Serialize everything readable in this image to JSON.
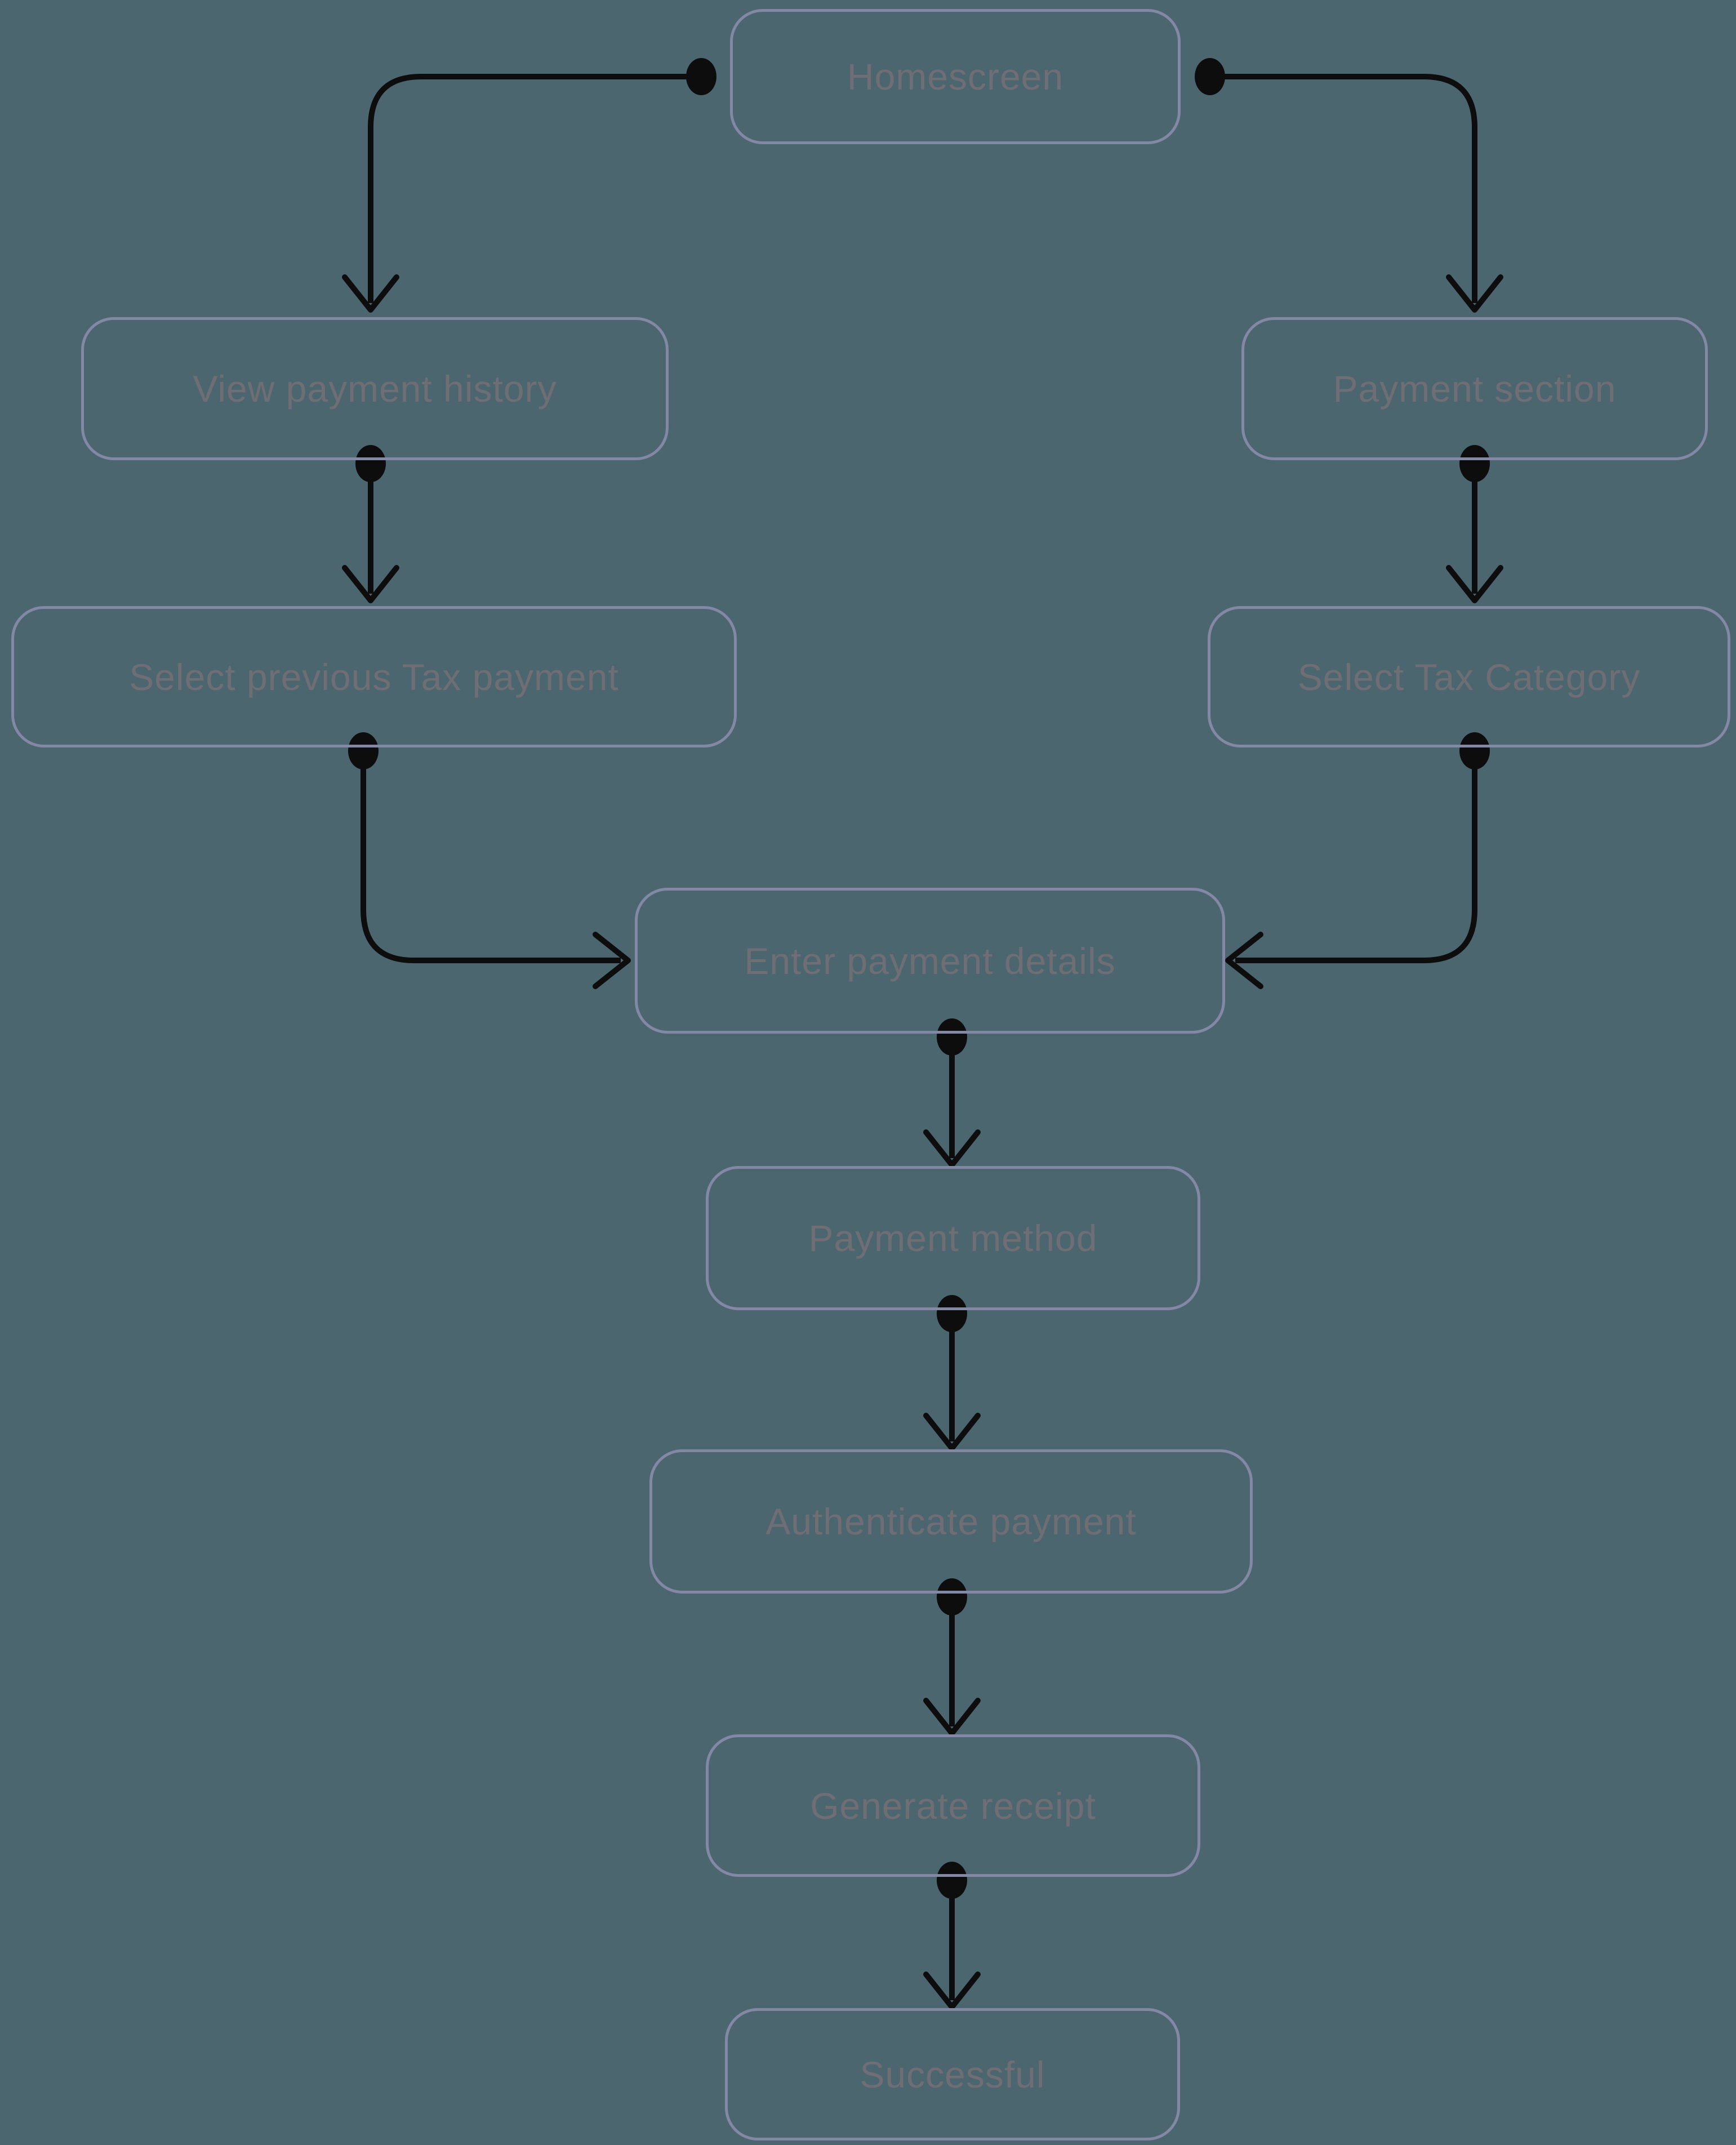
{
  "diagram": {
    "colors": {
      "background": "#4c6670",
      "node_border": "#8388a4",
      "node_text": "#6f6e74",
      "connector": "#0d0d0d"
    },
    "nodes": {
      "homescreen": {
        "label": "Homescreen"
      },
      "view_payment_history": {
        "label": "View payment history"
      },
      "payment_section": {
        "label": "Payment section"
      },
      "select_previous_tax_payment": {
        "label": "Select previous Tax payment"
      },
      "select_tax_category": {
        "label": "Select Tax Category"
      },
      "enter_payment_details": {
        "label": "Enter payment details"
      },
      "payment_method": {
        "label": "Payment method"
      },
      "authenticate_payment": {
        "label": "Authenticate payment"
      },
      "generate_receipt": {
        "label": "Generate receipt"
      },
      "successful": {
        "label": "Successful"
      }
    },
    "edges": [
      {
        "from": "homescreen",
        "to": "view_payment_history"
      },
      {
        "from": "homescreen",
        "to": "payment_section"
      },
      {
        "from": "view_payment_history",
        "to": "select_previous_tax_payment"
      },
      {
        "from": "payment_section",
        "to": "select_tax_category"
      },
      {
        "from": "select_previous_tax_payment",
        "to": "enter_payment_details"
      },
      {
        "from": "select_tax_category",
        "to": "enter_payment_details"
      },
      {
        "from": "enter_payment_details",
        "to": "payment_method"
      },
      {
        "from": "payment_method",
        "to": "authenticate_payment"
      },
      {
        "from": "authenticate_payment",
        "to": "generate_receipt"
      },
      {
        "from": "generate_receipt",
        "to": "successful"
      }
    ]
  }
}
